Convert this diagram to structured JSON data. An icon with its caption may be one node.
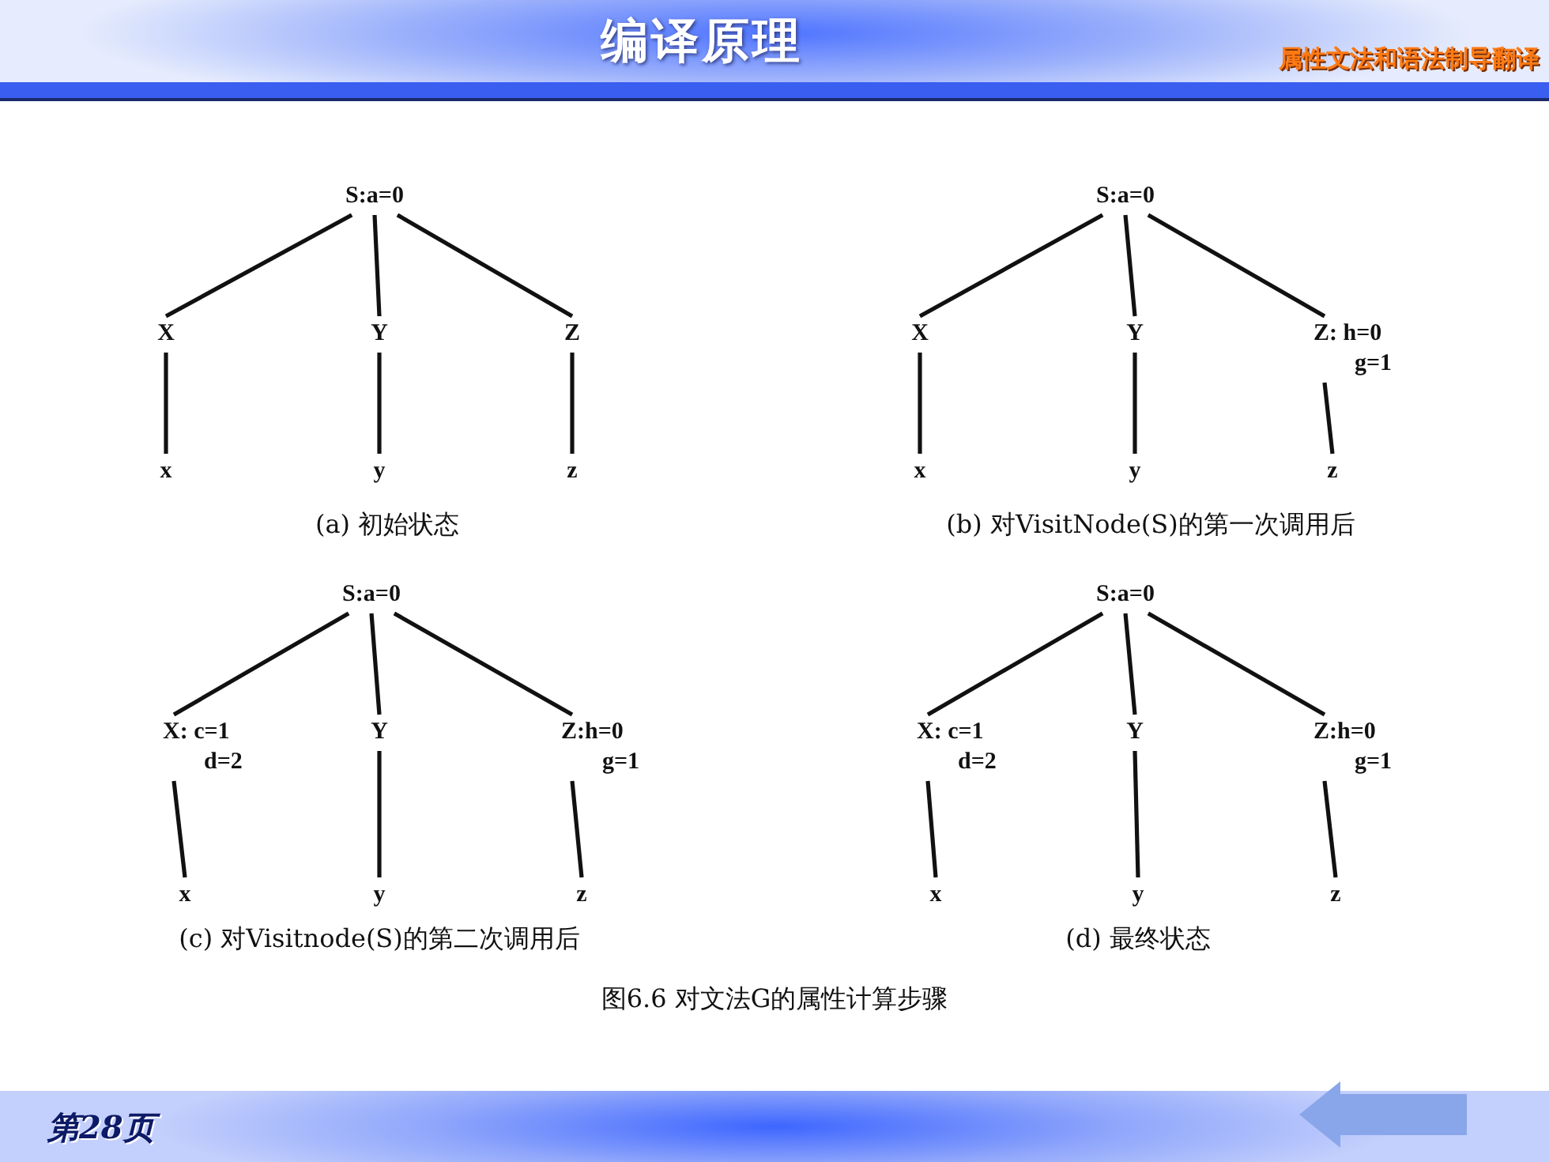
{
  "diagram": {
    "title": "编译原理",
    "nodes": [
      {
        "text": [
          "S:a=0"
        ]
      },
      {
        "text": [
          "X"
        ]
      },
      {
        "text": [
          "Y"
        ]
      },
      {
        "text": [
          "Z"
        ]
      },
      {
        "text": [
          "x"
        ]
      },
      {
        "text": [
          "y"
        ]
      },
      {
        "text": [
          "z"
        ]
      },
      {
        "text": [
          "S:a=0"
        ]
      },
      {
        "text": [
          "X"
        ]
      },
      {
        "text": [
          "Y"
        ]
      },
      {
        "text": [
          "Z: h=0",
          "g=1"
        ]
      },
      {
        "text": [
          "x"
        ]
      },
      {
        "text": [
          "y"
        ]
      },
      {
        "text": [
          "z"
        ]
      },
      {
        "text": [
          "S:a=0"
        ]
      },
      {
        "text": [
          "X: c=1",
          "d=2"
        ]
      },
      {
        "text": [
          "Y"
        ]
      },
      {
        "text": [
          "Z:h=0",
          "g=1"
        ]
      },
      {
        "text": [
          "x"
        ]
      },
      {
        "text": [
          "y"
        ]
      },
      {
        "text": [
          "z"
        ]
      },
      {
        "text": [
          "S:a=0"
        ]
      },
      {
        "text": [
          "X: c=1",
          "d=2"
        ]
      },
      {
        "text": [
          "Y"
        ]
      },
      {
        "text": [
          "Z:h=0",
          "g=1"
        ]
      },
      {
        "text": [
          "x"
        ]
      },
      {
        "text": [
          "y"
        ]
      },
      {
        "text": [
          "z"
        ]
      }
    ],
    "edges": [
      {
        "from": 0,
        "to": 1,
        "arrow": "none"
      },
      {
        "from": 0,
        "to": 2,
        "arrow": "none"
      },
      {
        "from": 0,
        "to": 3,
        "arrow": "none"
      },
      {
        "from": 1,
        "to": 4,
        "arrow": "none"
      },
      {
        "from": 2,
        "to": 5,
        "arrow": "none"
      },
      {
        "from": 3,
        "to": 6,
        "arrow": "none"
      },
      {
        "from": 7,
        "to": 8,
        "arrow": "none"
      },
      {
        "from": 7,
        "to": 9,
        "arrow": "none"
      },
      {
        "from": 7,
        "to": 10,
        "arrow": "none"
      },
      {
        "from": 8,
        "to": 11,
        "arrow": "none"
      },
      {
        "from": 9,
        "to": 12,
        "arrow": "none"
      },
      {
        "from": 10,
        "to": 13,
        "arrow": "none"
      },
      {
        "from": 14,
        "to": 15,
        "arrow": "none"
      },
      {
        "from": 14,
        "to": 16,
        "arrow": "none"
      },
      {
        "from": 14,
        "to": 17,
        "arrow": "none"
      },
      {
        "from": 15,
        "to": 18,
        "arrow": "none"
      },
      {
        "from": 16,
        "to": 19,
        "arrow": "none"
      },
      {
        "from": 17,
        "to": 20,
        "arrow": "none"
      },
      {
        "from": 21,
        "to": 22,
        "arrow": "none"
      },
      {
        "from": 21,
        "to": 23,
        "arrow": "none"
      },
      {
        "from": 21,
        "to": 24,
        "arrow": "none"
      },
      {
        "from": 22,
        "to": 25,
        "arrow": "none"
      },
      {
        "from": 23,
        "to": 26,
        "arrow": "none"
      },
      {
        "from": 24,
        "to": 27,
        "arrow": "none"
      }
    ],
    "labels": [
      "属性文法和语法制导翻译",
      "(a) 初始状态",
      "(b) 对VisitNode(S)的第一次调用后",
      "(c) 对Visitnode(S)的第二次调用后",
      "(d) 最终状态",
      "图6.6 对文法G的属性计算步骤",
      "第28页"
    ]
  }
}
